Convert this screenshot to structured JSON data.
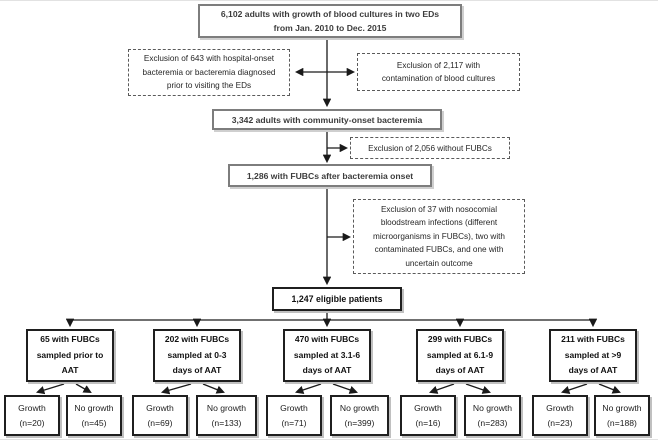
{
  "figure": {
    "nodes": {
      "total": "6,102 adults with growth of blood cultures in two EDs\nfrom Jan. 2010 to Dec. 2015",
      "excl_hospital_onset": "Exclusion of 643 with hospital-onset\nbacteremia or bacteremia diagnosed\nprior to visiting the EDs",
      "excl_contamination": "Exclusion of 2,117 with\ncontamination of blood cultures",
      "community_onset": "3,342 adults with community-onset bacteremia",
      "excl_no_fubcs": "Exclusion of 2,056 without FUBCs",
      "fubcs_after_onset": "1,286 with FUBCs after bacteremia onset",
      "excl_nosocomial": "Exclusion of 37 with nosocomial\nbloodstream infections (different\nmicroorganisms in FUBCs), two with\ncontaminated FUBCs, and one with\nuncertain outcome",
      "eligible": "1,247 eligible patients"
    },
    "branches": [
      {
        "label": "65 with FUBCs\nsampled prior to\nAAT",
        "growth": "Growth\n(n=20)",
        "no_growth": "No growth\n(n=45)"
      },
      {
        "label": "202 with FUBCs\nsampled at 0-3\ndays of AAT",
        "growth": "Growth\n(n=69)",
        "no_growth": "No growth\n(n=133)"
      },
      {
        "label": "470 with FUBCs\nsampled at 3.1-6\ndays of AAT",
        "growth": "Growth\n(n=71)",
        "no_growth": "No growth\n(n=399)"
      },
      {
        "label": "299 with FUBCs\nsampled at 6.1-9\ndays of AAT",
        "growth": "Growth\n(n=16)",
        "no_growth": "No growth\n(n=283)"
      },
      {
        "label": "211 with FUBCs\nsampled at >9\ndays of AAT",
        "growth": "Growth\n(n=23)",
        "no_growth": "No growth\n(n=188)"
      }
    ],
    "colors": {
      "ink": "#1a1a1a",
      "solid_border": "#7d7d7d",
      "dark_border": "#1f1f1f",
      "dashed_border": "#5a5a5a",
      "shadow": "#c9c9c9"
    }
  }
}
